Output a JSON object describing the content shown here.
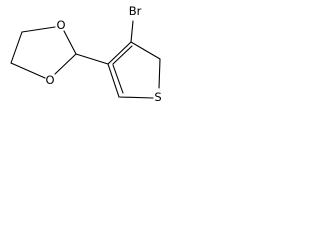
{
  "structure": {
    "atoms": {
      "bromine": "Br",
      "dioxolane_oxygen_upper": "O",
      "dioxolane_oxygen_lower": "O",
      "thiophene_sulfur": "S"
    }
  }
}
